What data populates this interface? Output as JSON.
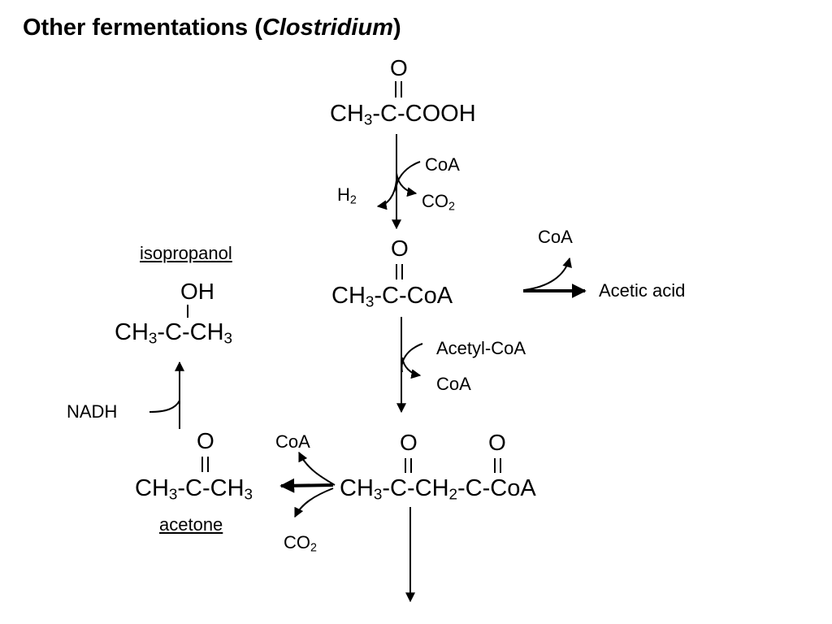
{
  "title": {
    "prefix": "Other fermentations (",
    "organism": "Clostridium",
    "suffix": ")"
  },
  "pyruvate": {
    "oxygen": "O",
    "formula": {
      "a": "CH",
      "s1": "3",
      "b": "-C-COOH"
    }
  },
  "step1": {
    "coa_in": "CoA",
    "h2": {
      "a": "H",
      "s": "2"
    },
    "co2": {
      "a": "CO",
      "s": "2"
    }
  },
  "acetyl_coa": {
    "oxygen": "O",
    "formula": {
      "a": "CH",
      "s1": "3",
      "b": "-C-CoA"
    }
  },
  "acetic_branch": {
    "coa": "CoA",
    "product": "Acetic acid"
  },
  "step2": {
    "acetyl_coa_in": "Acetyl-CoA",
    "coa_out": "CoA"
  },
  "isopropanol": {
    "name": "isopropanol",
    "oh": "OH",
    "formula": {
      "a": "CH",
      "s1": "3",
      "b": "-C-CH",
      "s2": "3"
    }
  },
  "nadh": "NADH",
  "acetone": {
    "name": "acetone",
    "oxygen": "O",
    "formula": {
      "a": "CH",
      "s1": "3",
      "b": "-C-CH",
      "s2": "3"
    }
  },
  "acetone_step": {
    "coa": "CoA",
    "co2": {
      "a": "CO",
      "s": "2"
    }
  },
  "acetoacetyl_coa": {
    "oxygen1": "O",
    "oxygen2": "O",
    "formula": {
      "a": "CH",
      "s1": "3",
      "b": "-C-CH",
      "s2": "2",
      "c": "-C-CoA"
    }
  }
}
